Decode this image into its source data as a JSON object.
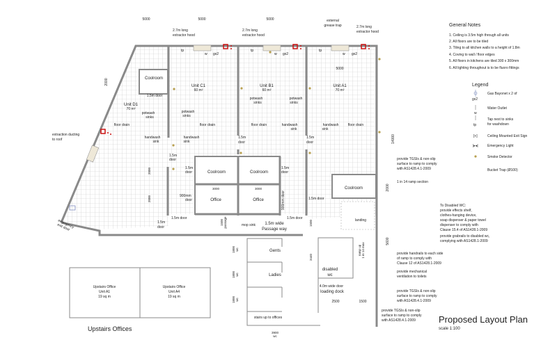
{
  "title": "Proposed Layout Plan",
  "scale": "scale 1:100",
  "colors": {
    "wall": "#8a8a8a",
    "tile": "#c8c8c8",
    "exit_sign": "#cc1111",
    "smoke": "#b8a050"
  },
  "general_notes": {
    "heading": "General Notes",
    "items": [
      "1.  Ceiling is 3.5m high through all units",
      "2.  All floors are to be tiled",
      "3.  Tiling to all kitchen walls to a height of 1.8m",
      "4.  Coving to wall / floor edges",
      "5.  All floors in kitchens are tiled 300 x 300mm",
      "6.  All lighting throughout is to be fluoro fittings"
    ]
  },
  "legend": {
    "heading": "Legend",
    "gas": "Gas Bayonet x 2 of",
    "gas_code": "gx2",
    "water": "Water Outlet",
    "water_code": "w",
    "tap1": "Tap next to sinks",
    "tap2": "for washdown",
    "tap_code": "tp",
    "exit": "Ceiling Mounted Exit Sign",
    "emergency": "Emergency Light",
    "smoke": "Smoke Detector",
    "bucket": "Bucket Trap (Ø100)"
  },
  "dims": {
    "d5000a": "5000",
    "d5000b": "5000",
    "d5000c": "5000",
    "d5000d": "5000",
    "d2000a": "2000",
    "d14000": "14000",
    "d2000b": "2000",
    "d5600": "5600",
    "d3000a": "3000",
    "d3000b": "3000",
    "d2000c": "2000",
    "d2000d": "2000",
    "d1500a": "1500",
    "d1500b": "1500",
    "passage": "passage",
    "d1800a": "1800",
    "d1800b": "1800",
    "d1800c": "1800",
    "wc": "wc",
    "d3440": "3440",
    "d2500": "2500",
    "d1500c": "1500",
    "d3900": "3900"
  },
  "top_labels": {
    "hood1a": "2.7m long",
    "hood1b": "extractor hood",
    "hood2a": "2.7m long",
    "hood2b": "extractor hood",
    "hood3a": "2.7m long",
    "hood3b": "extractor hood",
    "grease1": "external",
    "grease2": "grease trap"
  },
  "units": {
    "c1": "Unit C1",
    "c1_area": "60 m²",
    "b1": "Unit B1",
    "b1_area": "60 m²",
    "a1": "Unit A1",
    "a1_area": "70 m²",
    "d1": "Unit D1",
    "d1_area": "70 m²"
  },
  "rooms": {
    "coolroom": "Coolroom",
    "office": "Office",
    "gents": "Gents",
    "ladies": "Ladies",
    "disabled1": "disabled",
    "disabled2": "wc",
    "landing": "landing",
    "stairs": "stairs up to offices",
    "loading1": "4.0m wide door",
    "loading2": "loading dock",
    "passage1": "1.5m wide",
    "passage2": "Passage way",
    "mop": "mop sink"
  },
  "fixtures": {
    "potwash": "potwash",
    "sinks": "sinks",
    "floor_drain": "floor drain",
    "handwash": "handwash",
    "sink": "sink",
    "door15": "1.5m door",
    "door15a": "1.5m",
    "door": "door",
    "door900a": "900mm",
    "door900": "900mm door",
    "tp": "tp",
    "w": "w",
    "gx2": "gx2",
    "three": "3"
  },
  "side_labels": {
    "duct1": "extraction ducting",
    "duct2": "to roof",
    "exit1": "emergency",
    "exit2": "exit door",
    "ramp1": "ramp up",
    "ramp2": "1 in 14 max"
  },
  "upstairs": {
    "heading": "Upstairs Offices",
    "office_a1": [
      "Upstairs Office",
      "Unit A1",
      "19 sq m"
    ],
    "office_a4": [
      "Upstairs Office",
      "Unit A4",
      "19 sq m"
    ]
  },
  "notes": {
    "tgsi1": [
      "provide TGSIs & non-slip",
      "surface to ramp to comply",
      "with AS1428.4.1-2009"
    ],
    "ramp_section": "1 in 14 ramp section",
    "disabled": [
      "To Disabled WC:",
      "provide effects shelf,",
      "clothes-hanging device,",
      "soap dispenser & paper towel",
      "dispenser to comply with",
      "Clause 15.4 of AS1428.1-2009"
    ],
    "grabrails": [
      "provide grabrails to disabled wc,",
      "complying with AS1428.1-2009"
    ],
    "handrails": [
      "provide handrails to each side",
      "of ramp to comply with",
      "Clause 12 of AS1428.1-2009"
    ],
    "ventilation": [
      "provide mechanical",
      "ventilation to toilets"
    ],
    "tgsi2": [
      "provide TGSIs & non-slip",
      "surface to ramp to comply",
      "with AS1428.4.1-2009"
    ],
    "tgsi3": [
      "provide TGSIs & non-slip",
      "surface to ramp to comply",
      "with AS1428.4.1-2009"
    ]
  }
}
